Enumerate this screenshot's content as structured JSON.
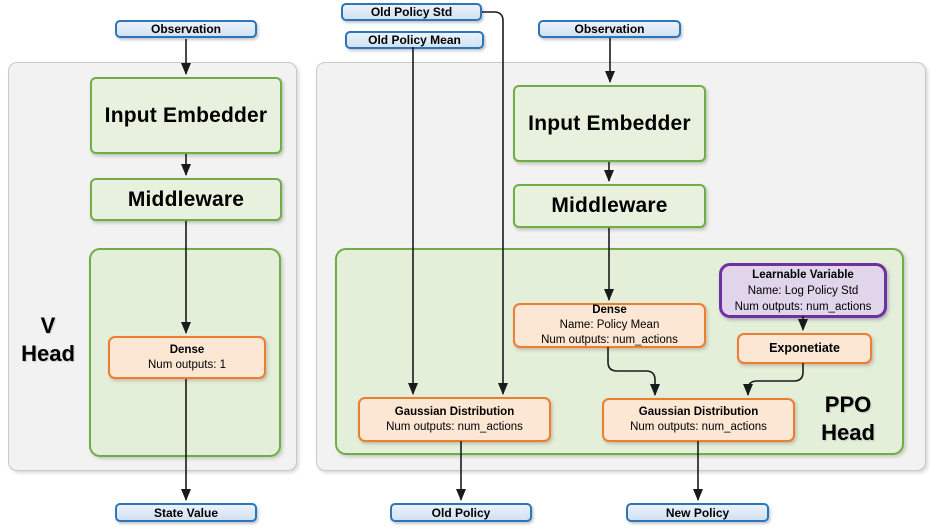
{
  "colors": {
    "io_border": "#2e75b6",
    "io_fill": "#dbe8f6",
    "stage_border": "#70ad47",
    "stage_fill": "#e7f1de",
    "container_fill": "#e3efd9",
    "op_border": "#ed7d31",
    "op_fill": "#fce6d4",
    "var_border": "#7030a0",
    "var_fill": "#e1d5ec",
    "panel_fill": "#f2f2f2",
    "panel_border": "#c9c9c9",
    "connector": "#1a1a1a"
  },
  "v_head": {
    "title_line1": "V",
    "title_line2": "Head",
    "observation": "Observation",
    "input_embedder": "Input Embedder",
    "middleware": "Middleware",
    "dense": {
      "title": "Dense",
      "outputs": "Num outputs: 1"
    },
    "state_value": "State Value"
  },
  "ppo_head": {
    "title_line1": "PPO",
    "title_line2": "Head",
    "old_policy_std": "Old Policy Std",
    "old_policy_mean": "Old Policy Mean",
    "observation": "Observation",
    "input_embedder": "Input Embedder",
    "middleware": "Middleware",
    "dense": {
      "title": "Dense",
      "name": "Name: Policy Mean",
      "outputs": "Num outputs: num_actions"
    },
    "learnable_variable": {
      "title": "Learnable Variable",
      "name": "Name: Log Policy Std",
      "outputs": "Num outputs: num_actions"
    },
    "exponetiate": "Exponetiate",
    "gaussian_old": {
      "title": "Gaussian Distribution",
      "outputs": "Num outputs: num_actions"
    },
    "gaussian_new": {
      "title": "Gaussian Distribution",
      "outputs": "Num outputs: num_actions"
    },
    "old_policy": "Old Policy",
    "new_policy": "New Policy"
  }
}
